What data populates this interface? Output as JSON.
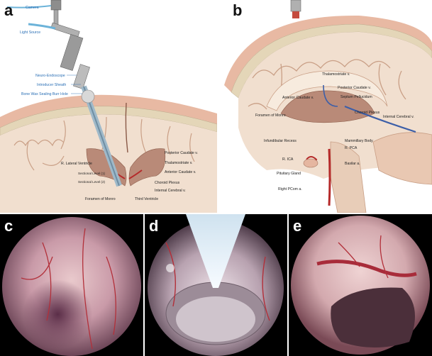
{
  "panels": {
    "a": {
      "letter": "a",
      "labels": {
        "camera": "Camera",
        "light_source": "Light Source",
        "neuro_endoscope": "Neuro-Endoscope",
        "introducer_sheath": "Introducer Sheath",
        "bone_wax": "Bone Wax Sealing Burr Hole",
        "r_lateral_ventricle": "R. Lateral Ventricle",
        "posterior_caudate": "Posterior Caudate v.",
        "thalamostriate": "Thalamostriate v.",
        "anterior_caudate": "Anterior Caudate v.",
        "choroid_plexus": "Choroid Plexus",
        "internal_cerebral": "Internal Cerebral v.",
        "foramen_of_monro": "Foramen of Monro",
        "third_ventricle": "Third Ventricle",
        "level_1": "Sectional Level (1)",
        "level_2": "Sectional Level (2)"
      }
    },
    "b": {
      "letter": "b",
      "labels": {
        "thalamostriate": "Thalamostriate v.",
        "posterior_caudate": "Posterior Caudate v.",
        "anterior_caudate": "Anterior Caudate v.",
        "septum_pellucidum": "Septum Pellucidum",
        "foramen_of_monro": "Foramen of Monro",
        "choroid_plexus": "Choroid Plexus",
        "internal_cerebral": "Internal Cerebral v.",
        "infundibular_recess": "Infundibular Recess",
        "mammillary_body": "Mammillary Body",
        "r_pca": "R. PCA",
        "r_ica": "R. ICA",
        "basilar": "Basilar a.",
        "pituitary_gland": "Pituitary Gland",
        "right_pcom": "Right PCom a."
      }
    },
    "c": {
      "letter": "c"
    },
    "d": {
      "letter": "d"
    },
    "e": {
      "letter": "e"
    }
  },
  "colors": {
    "brain_gray": "#f1dfcf",
    "brain_fold": "#c99f86",
    "ventricle": "#b98a78",
    "skull": "#e4d6b8",
    "scalp": "#e8b9a3",
    "vein_blue": "#3d5fa8",
    "artery_red": "#b52a2a",
    "endo_bg": "#000000"
  }
}
